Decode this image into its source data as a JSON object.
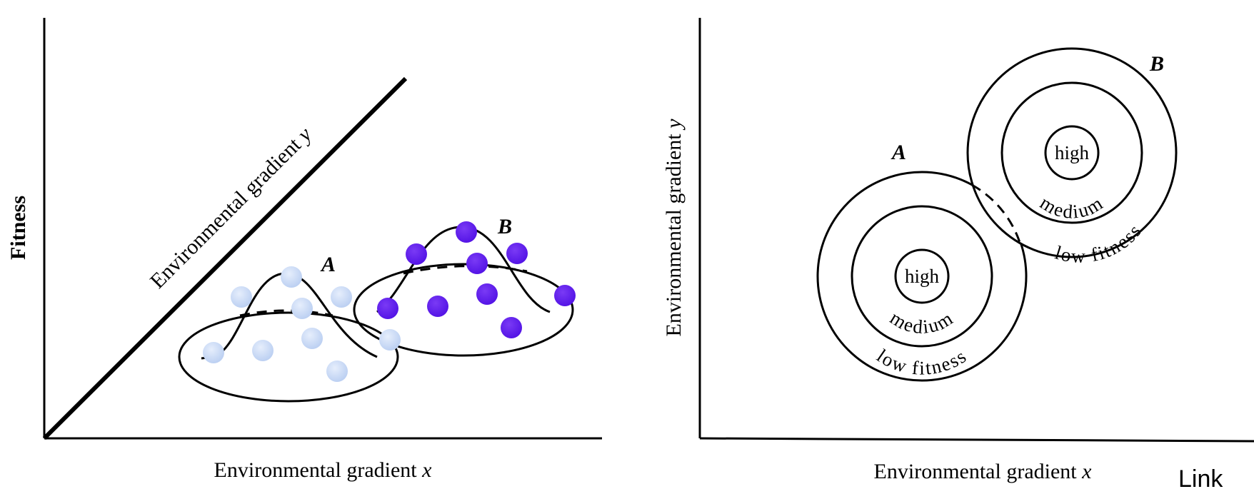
{
  "left_panel": {
    "y_axis_label": "Fitness",
    "x_axis_label": "Environmental gradient x",
    "diagonal_axis_label": "Environmental gradient y",
    "peak_a_label": "A",
    "peak_b_label": "B",
    "population_a_color": "#c9d9f6",
    "population_b_color": "#6020ee"
  },
  "right_panel": {
    "y_axis_label": "Environmental gradient y",
    "x_axis_label": "Environmental gradient x",
    "zone_a_label": "A",
    "zone_b_label": "B",
    "ring_inner_label": "high",
    "ring_middle_label": "medium",
    "ring_outer_label": "low fitness"
  },
  "link_label": "Link"
}
